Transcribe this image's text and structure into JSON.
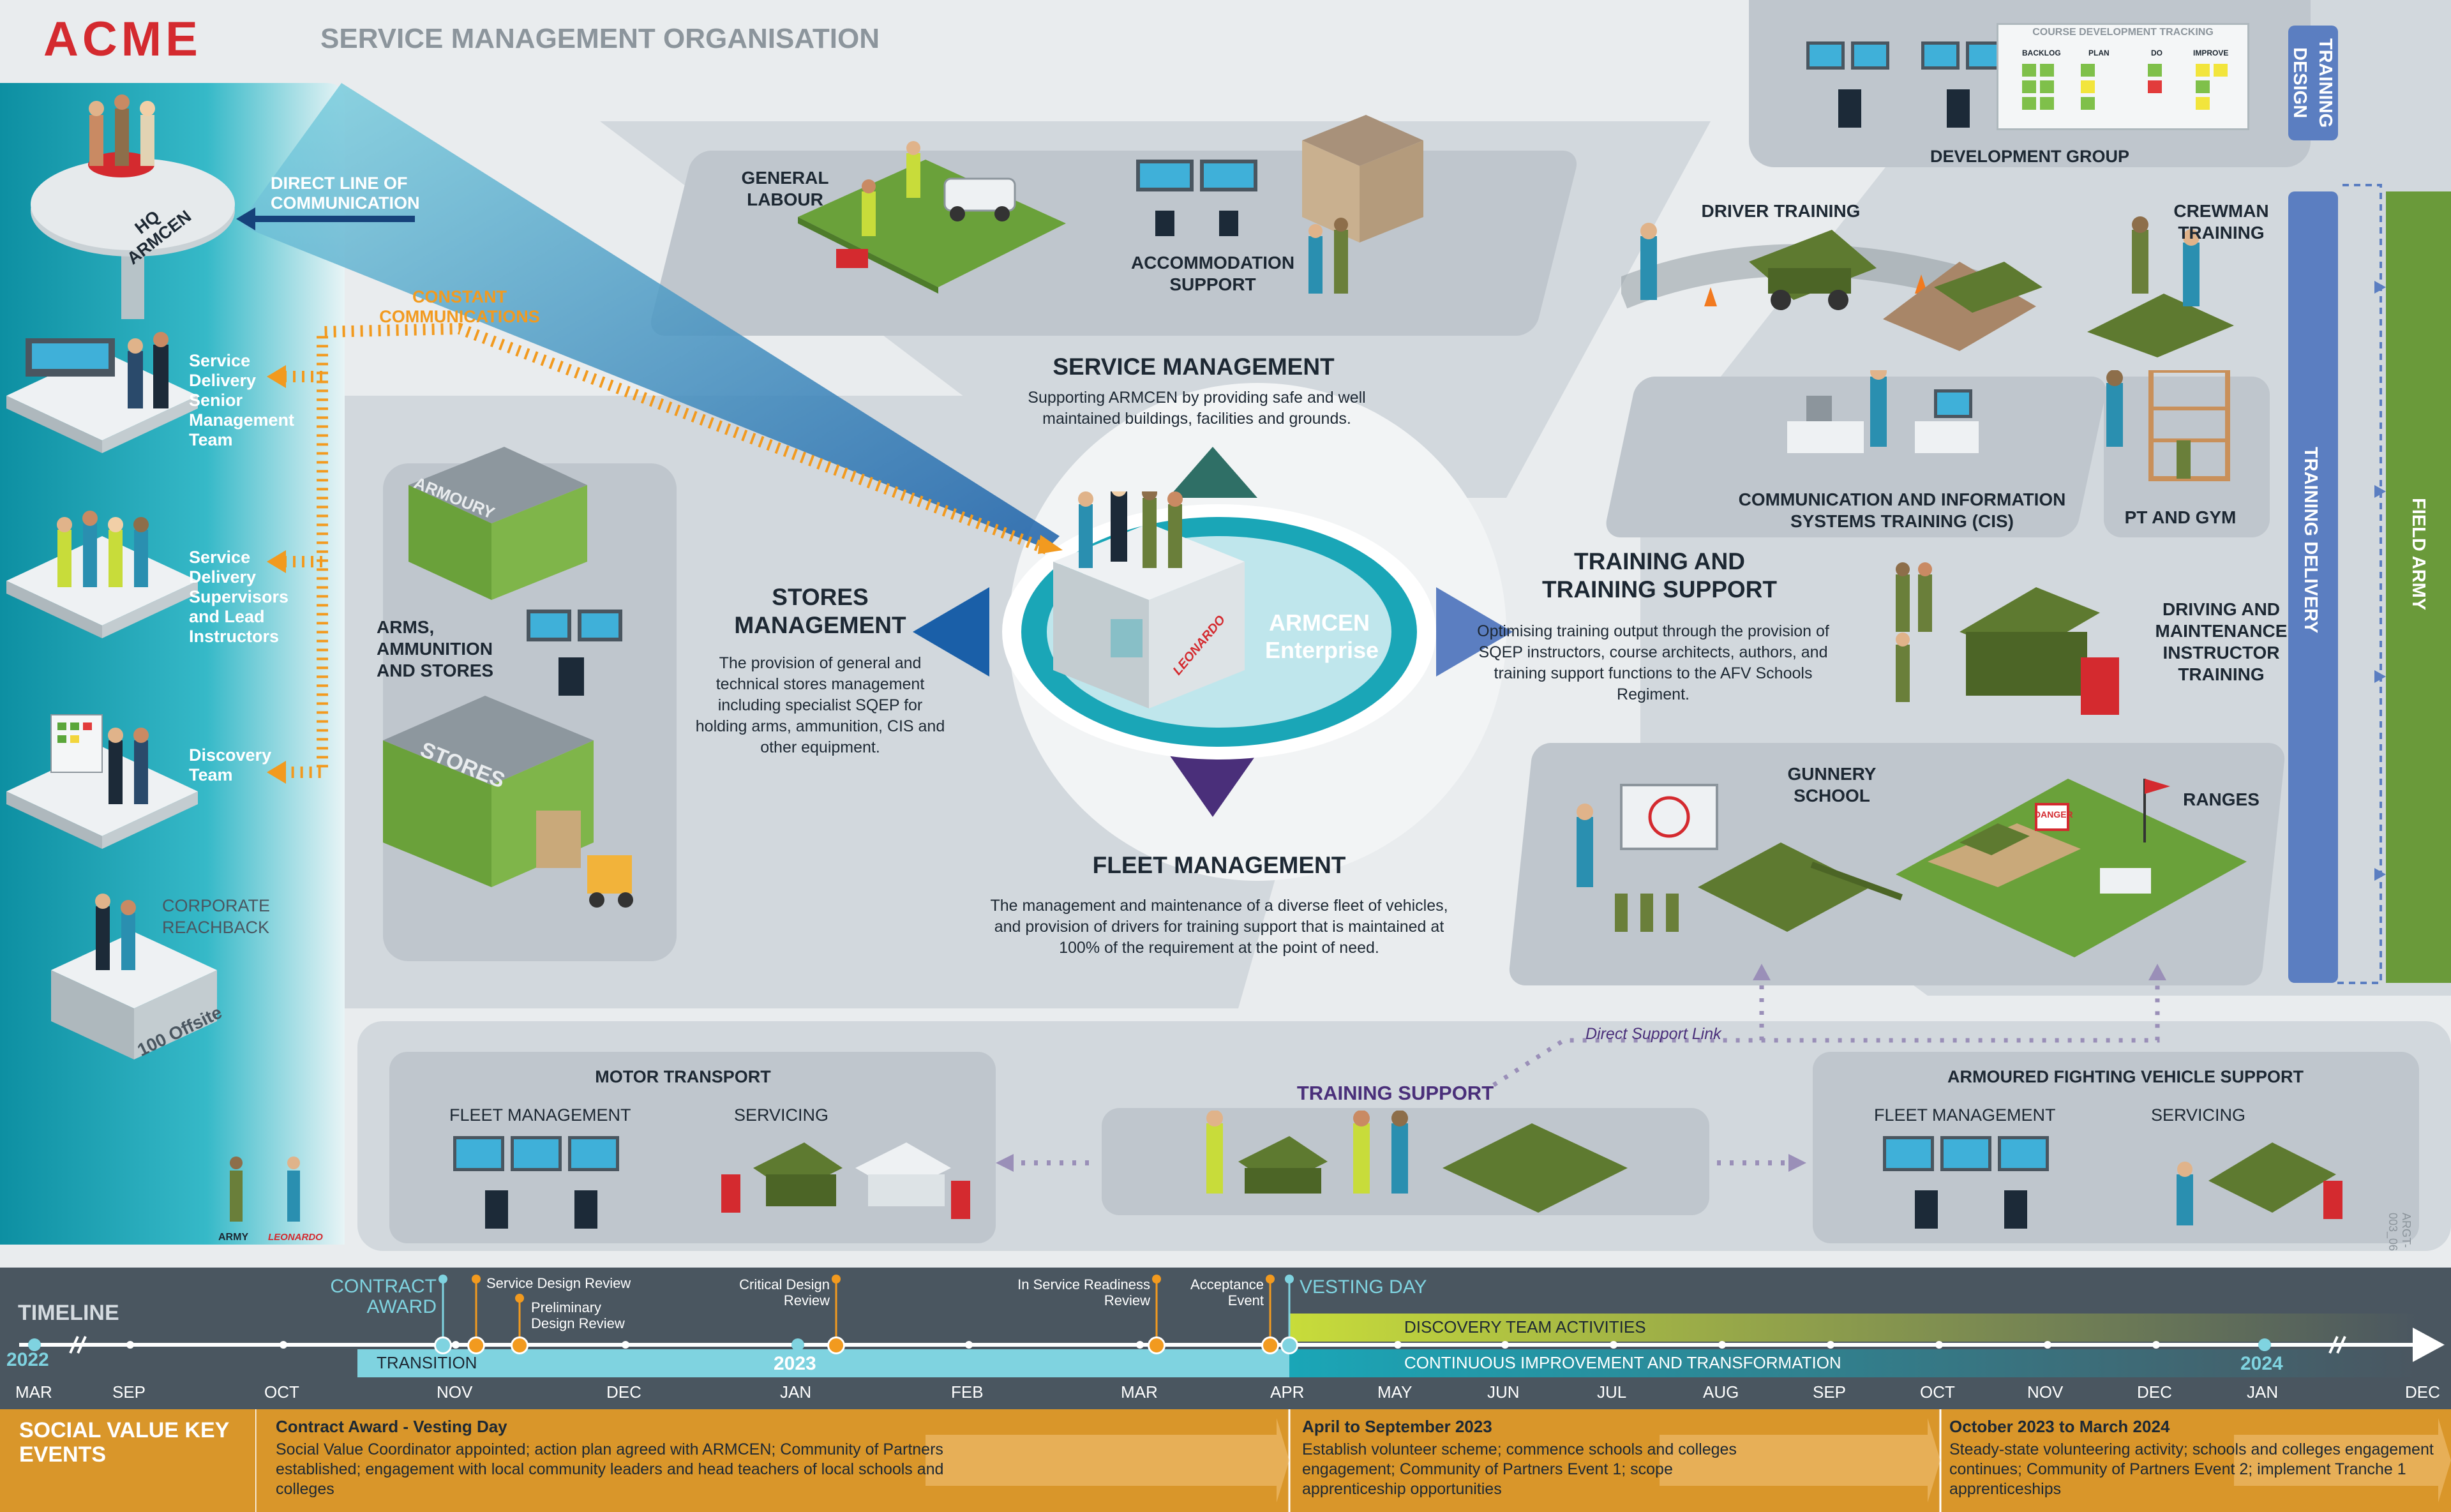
{
  "header": {
    "logo": "ACME",
    "title": "SERVICE MANAGEMENT ORGANISATION"
  },
  "left_column": {
    "hq_label": "HQ ARMCEN",
    "direct_line": "DIRECT LINE OF COMMUNICATION",
    "constant_comms": "CONSTANT COMMUNICATIONS",
    "levels": [
      "Service Delivery Senior Management Team",
      "Service Delivery Supervisors and Lead Instructors",
      "Discovery Team"
    ],
    "corporate_reachback": "CORPORATE REACHBACK",
    "offsite": "100 Offsite",
    "legend": [
      "ARMY",
      "LEONARDO"
    ]
  },
  "center": {
    "hub_title": "ARMCEN",
    "hub_subtitle": "Enterprise",
    "hub_brand": "LEONARDO"
  },
  "service_management": {
    "title": "SERVICE MANAGEMENT",
    "body": "Supporting ARMCEN by providing safe and well maintained buildings, facilities and grounds.",
    "items": [
      "GENERAL LABOUR",
      "ACCOMMODATION SUPPORT"
    ]
  },
  "stores_management": {
    "title": "STORES MANAGEMENT",
    "body": "The provision of general and technical stores management including specialist SQEP for holding arms, ammunition, CIS and other equipment.",
    "items": [
      "ARMS, AMMUNITION AND STORES"
    ],
    "buildings": [
      "ARMOURY",
      "STORES"
    ]
  },
  "fleet_management": {
    "title": "FLEET MANAGEMENT",
    "body": "The management and maintenance of a diverse fleet of vehicles, and provision of drivers for training support that is maintained at 100% of the requirement at the point of need."
  },
  "training": {
    "title": "TRAINING AND TRAINING SUPPORT",
    "body": "Optimising training output through the provision of SQEP instructors, course architects, authors, and training support functions to the AFV Schools Regiment.",
    "design_group": "DEVELOPMENT GROUP",
    "tracking_title": "COURSE DEVELOPMENT TRACKING",
    "tracking_cols": [
      "BACKLOG",
      "PLAN",
      "DO",
      "IMPROVE"
    ],
    "items": [
      "DRIVER TRAINING",
      "CREWMAN TRAINING",
      "COMMUNICATION AND INFORMATION SYSTEMS TRAINING (CIS)",
      "PT AND GYM",
      "DRIVING AND MAINTENANCE INSTRUCTOR TRAINING",
      "GUNNERY SCHOOL",
      "RANGES"
    ],
    "ranges_sign": "DANGER",
    "side_design": "TRAINING DESIGN",
    "side_delivery": "TRAINING DELIVERY",
    "side_field": "FIELD ARMY"
  },
  "bottom": {
    "direct_support": "Direct Support Link",
    "motor_transport": {
      "title": "MOTOR TRANSPORT",
      "items": [
        "FLEET MANAGEMENT",
        "SERVICING"
      ]
    },
    "training_support": "TRAINING SUPPORT",
    "afv_support": {
      "title": "ARMOURED FIGHTING VEHICLE SUPPORT",
      "items": [
        "FLEET MANAGEMENT",
        "SERVICING"
      ]
    },
    "ref": "ARGT-003_06"
  },
  "timeline": {
    "title": "TIMELINE",
    "contract_award": "CONTRACT AWARD",
    "vesting_day": "VESTING DAY",
    "transition": "TRANSITION",
    "discovery": "DISCOVERY TEAM ACTIVITIES",
    "continuous": "CONTINUOUS IMPROVEMENT AND TRANSFORMATION",
    "years": [
      "2022",
      "2023",
      "2024"
    ],
    "months": [
      "MAR",
      "SEP",
      "OCT",
      "NOV",
      "DEC",
      "JAN",
      "FEB",
      "MAR",
      "APR",
      "MAY",
      "JUN",
      "JUL",
      "AUG",
      "SEP",
      "OCT",
      "NOV",
      "DEC",
      "JAN",
      "DEC"
    ],
    "milestones": [
      "Service Design Review",
      "Preliminary Design Review",
      "Critical Design Review",
      "In Service Readiness Review",
      "Acceptance Event"
    ]
  },
  "social_value": {
    "title": "SOCIAL VALUE KEY EVENTS",
    "phases": [
      {
        "heading": "Contract Award - Vesting Day",
        "text": "Social Value Coordinator appointed; action plan agreed with ARMCEN; Community of Partners established; engagement with local community leaders and head teachers of local schools and colleges"
      },
      {
        "heading": "April to September 2023",
        "text": "Establish volunteer scheme; commence schools and colleges engagement; Community of Partners Event 1; scope apprenticeship opportunities"
      },
      {
        "heading": "October 2023 to March 2024",
        "text": "Steady-state volunteering activity; schools and colleges engagement continues; Community of Partners Event 2; implement Tranche 1 apprenticeships"
      }
    ]
  },
  "colors": {
    "brand_red": "#d42a2f",
    "teal": "#1aa6b7",
    "orange": "#f29a1f",
    "navy": "#16427a",
    "delivery_blue": "#5b7ec1",
    "field_green": "#6a9a3a",
    "timeline_bg": "#4a5660",
    "social_bg": "#d9962a"
  }
}
